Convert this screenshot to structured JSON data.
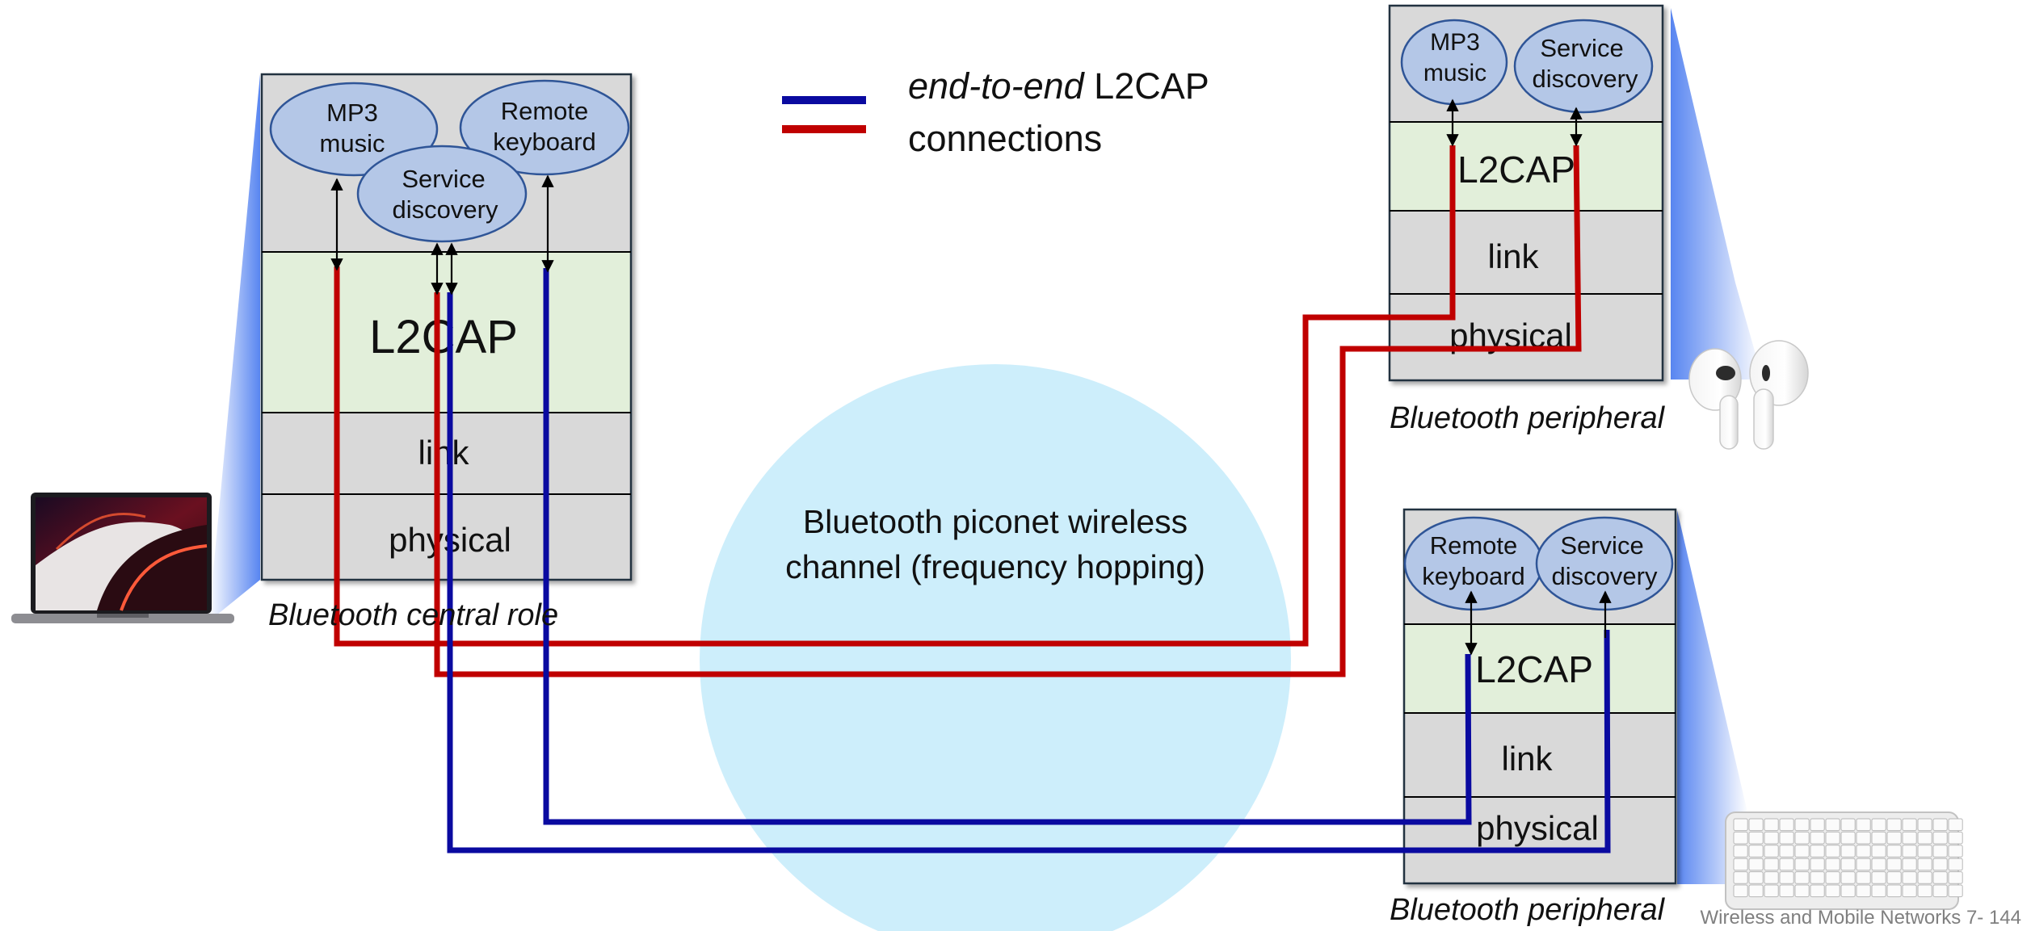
{
  "legend": {
    "italic_text": "end-to-end",
    "text_line1": " L2CAP",
    "text_line2": "connections",
    "colors": {
      "red": "#c00000",
      "blue": "#0a0aa0"
    }
  },
  "central": {
    "apps": {
      "mp3": [
        "MP3",
        "music"
      ],
      "keyboard": [
        "Remote",
        "keyboard"
      ],
      "service": [
        "Service",
        "discovery"
      ]
    },
    "layers": {
      "l2cap": "L2CAP",
      "link": "link",
      "physical": "physical"
    },
    "caption": "Bluetooth central role"
  },
  "peripheral_top": {
    "apps": {
      "mp3": [
        "MP3",
        "music"
      ],
      "service": [
        "Service",
        "discovery"
      ]
    },
    "layers": {
      "l2cap": "L2CAP",
      "link": "link",
      "physical": "physical"
    },
    "caption": "Bluetooth peripheral"
  },
  "peripheral_bottom": {
    "apps": {
      "keyboard": [
        "Remote",
        "keyboard"
      ],
      "service": [
        "Service",
        "discovery"
      ]
    },
    "layers": {
      "l2cap": "L2CAP",
      "link": "link",
      "physical": "physical"
    },
    "caption": "Bluetooth peripheral"
  },
  "channel": {
    "line1": "Bluetooth piconet wireless",
    "line2": "channel (frequency hopping)"
  },
  "footer": "Wireless and Mobile Networks 7- 144",
  "colors": {
    "stack_gray": "#d9d9d9",
    "l2cap_green": "#e2efda",
    "app_ellipse": "#b4c7e7",
    "ellipse_stroke": "#2f5597",
    "channel_blue": "#cdeefb",
    "device_gradient": "#4f7ff0"
  },
  "icons": [
    "laptop-icon",
    "earbuds-icon",
    "keyboard-icon"
  ]
}
